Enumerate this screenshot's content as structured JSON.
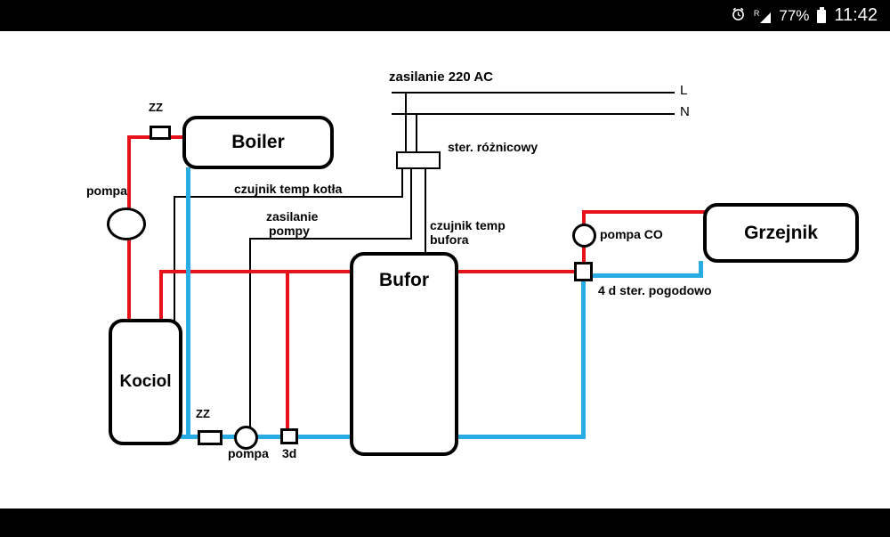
{
  "status_bar": {
    "time": "11:42",
    "battery_percent": "77%",
    "network_indicator": "R"
  },
  "diagram": {
    "power_label": "zasilanie 220 AC",
    "line_l": "L",
    "line_n": "N",
    "controller": "ster. różnicowy",
    "sensor_kociol": "czujnik temp kotła",
    "pump_supply_line1": "zasilanie",
    "pump_supply_line2": "pompy",
    "sensor_bufor_line1": "czujnik temp",
    "sensor_bufor_line2": "bufora",
    "boiler": "Boiler",
    "kociol": "Kociol",
    "bufor": "Bufor",
    "grzejnik": "Grzejnik",
    "pompa_left": "pompa",
    "pompa_bottom": "pompa",
    "pompa_co": "pompa CO",
    "zz_top": "ZZ",
    "zz_bottom": "ZZ",
    "valve_3d": "3d",
    "valve_4d": "4 d ster. pogodowo"
  },
  "colors": {
    "hot_pipe": "#e8121a",
    "cold_pipe": "#2aabe2",
    "wire": "#000000",
    "bar": "#000000"
  }
}
